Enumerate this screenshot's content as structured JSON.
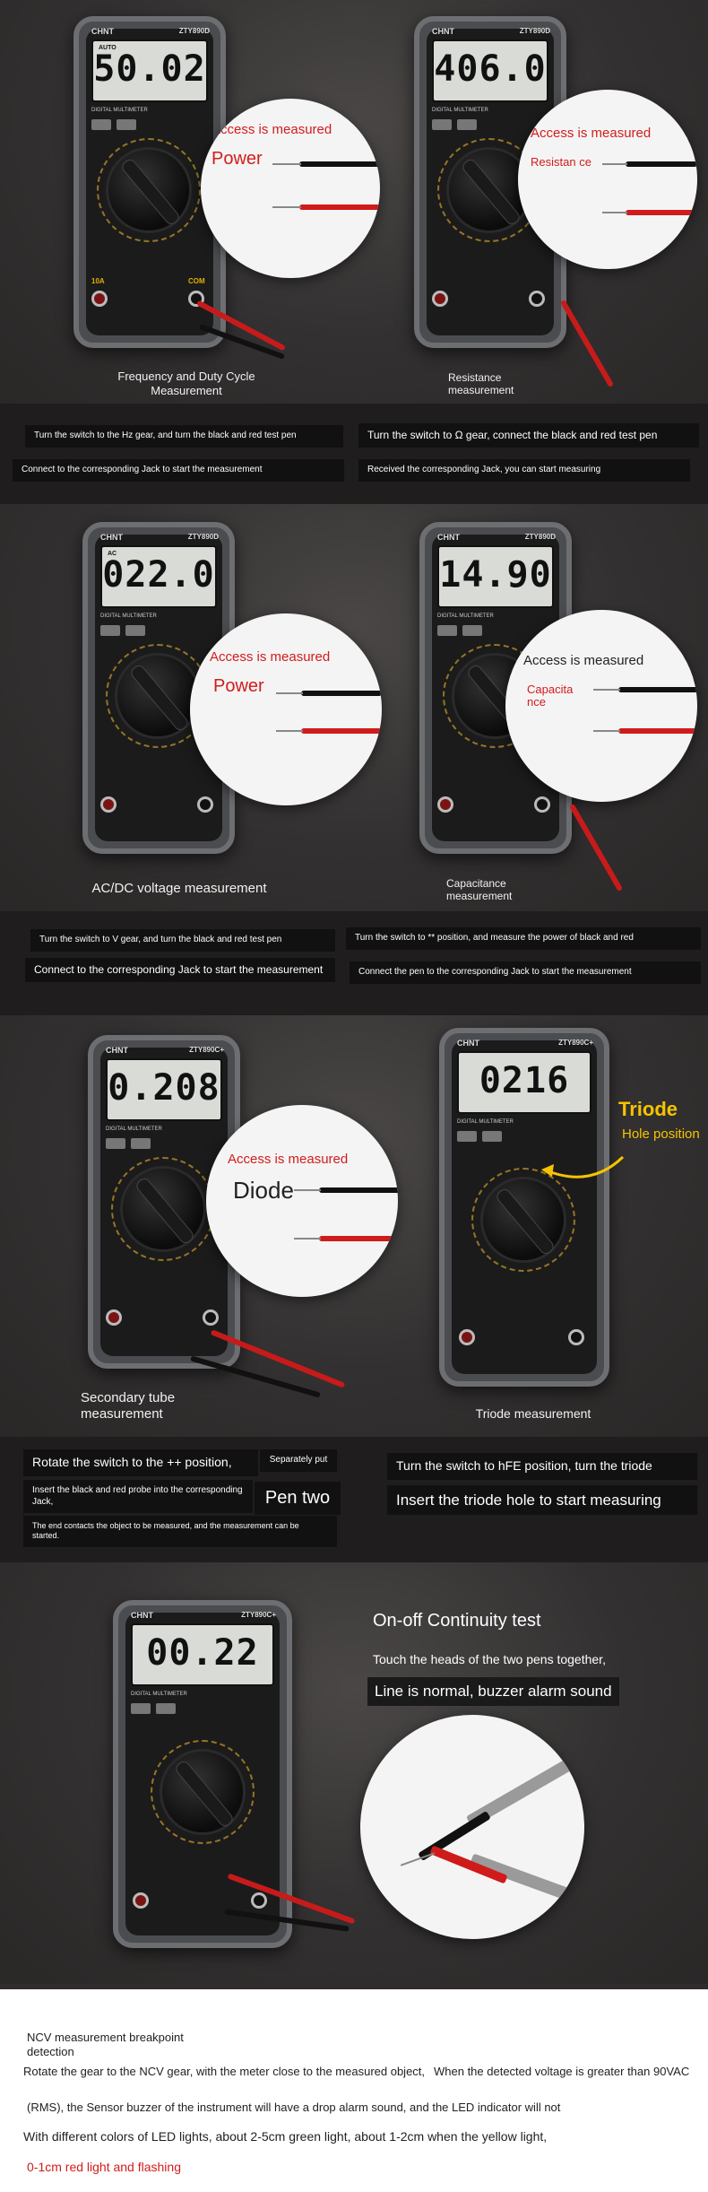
{
  "panels": {
    "p1": {
      "display": "50.02",
      "display_mini": "AUTO",
      "brand": "CHNT",
      "model": "ZTY890D",
      "circle_title": "Access is measured",
      "circle_subject": "Power",
      "caption": "Frequency and Duty Cycle Measurement"
    },
    "p2": {
      "display": "406.0",
      "brand": "CHNT",
      "model": "ZTY890D",
      "circle_title": "Access is measured",
      "circle_subject": "Resistan ce",
      "caption": "Resistance measurement"
    },
    "p3": {
      "display": "022.0",
      "display_mini": "AC",
      "brand": "CHNT",
      "model": "ZTY890D",
      "circle_title": "Access is measured",
      "circle_subject": "Power",
      "caption": "AC/DC voltage measurement"
    },
    "p4": {
      "display": "14.90",
      "brand": "CHNT",
      "model": "ZTY890D",
      "circle_title": "Access is measured",
      "circle_subject": "Capacita nce",
      "caption": "Capacitance measurement"
    },
    "p5": {
      "display": "0.208",
      "brand": "CHNT",
      "model": "ZTY890C+",
      "circle_title": "Access is measured",
      "circle_subject": "Diode",
      "caption": "Secondary tube measurement"
    },
    "p6": {
      "display": "0216",
      "brand": "CHNT",
      "model": "ZTY890C+",
      "label_triode": "Triode",
      "label_hole": "Hole position",
      "caption": "Triode measurement"
    },
    "p7": {
      "display": "00.22",
      "brand": "CHNT",
      "model": "ZTY890C+",
      "title": "On-off Continuity test",
      "line1": "Touch the heads of the two pens together,",
      "line2": "Line is normal, buzzer alarm sound"
    }
  },
  "bands": {
    "b1": {
      "left_a": "Turn the switch to the Hz gear, and turn the black and red test pen",
      "left_b": "Connect to the corresponding Jack to start the measurement",
      "right_a": "Turn the switch to Ω gear, connect the black and red test pen",
      "right_b": "Received the corresponding Jack, you can start measuring"
    },
    "b2": {
      "left_a": "Turn the switch to V gear, and turn the black and red test pen",
      "left_b": "Connect to the corresponding Jack to start the measurement",
      "right_a": "Turn the switch to ** position, and measure the power of black and red",
      "right_b": "Connect the pen to the corresponding Jack to start the measurement"
    },
    "b3": {
      "left_a": "Rotate the switch to the ++ position,",
      "left_small": "Separately put",
      "left_big": "Pen two",
      "left_b": "Insert the black and red probe into the corresponding Jack,",
      "left_c": "The end contacts the object to be measured, and the measurement can be started.",
      "right_a": "Turn the switch to hFE position, turn the triode",
      "right_b": "Insert the triode hole to start measuring"
    }
  },
  "ncv": {
    "title": "NCV measurement breakpoint detection",
    "line1a": "Rotate the gear to the NCV gear, with the meter close to the measured object,",
    "line1b": "When the detected voltage is greater than 90VAC",
    "line2": "(RMS), the Sensor buzzer of the instrument will have a drop alarm sound, and the LED indicator will not",
    "line3": "With different colors of LED lights, about 2-5cm green light, about 1-2cm when the yellow light,",
    "line4": "0-1cm red light and flashing",
    "line4_color": "#d31c1c"
  }
}
